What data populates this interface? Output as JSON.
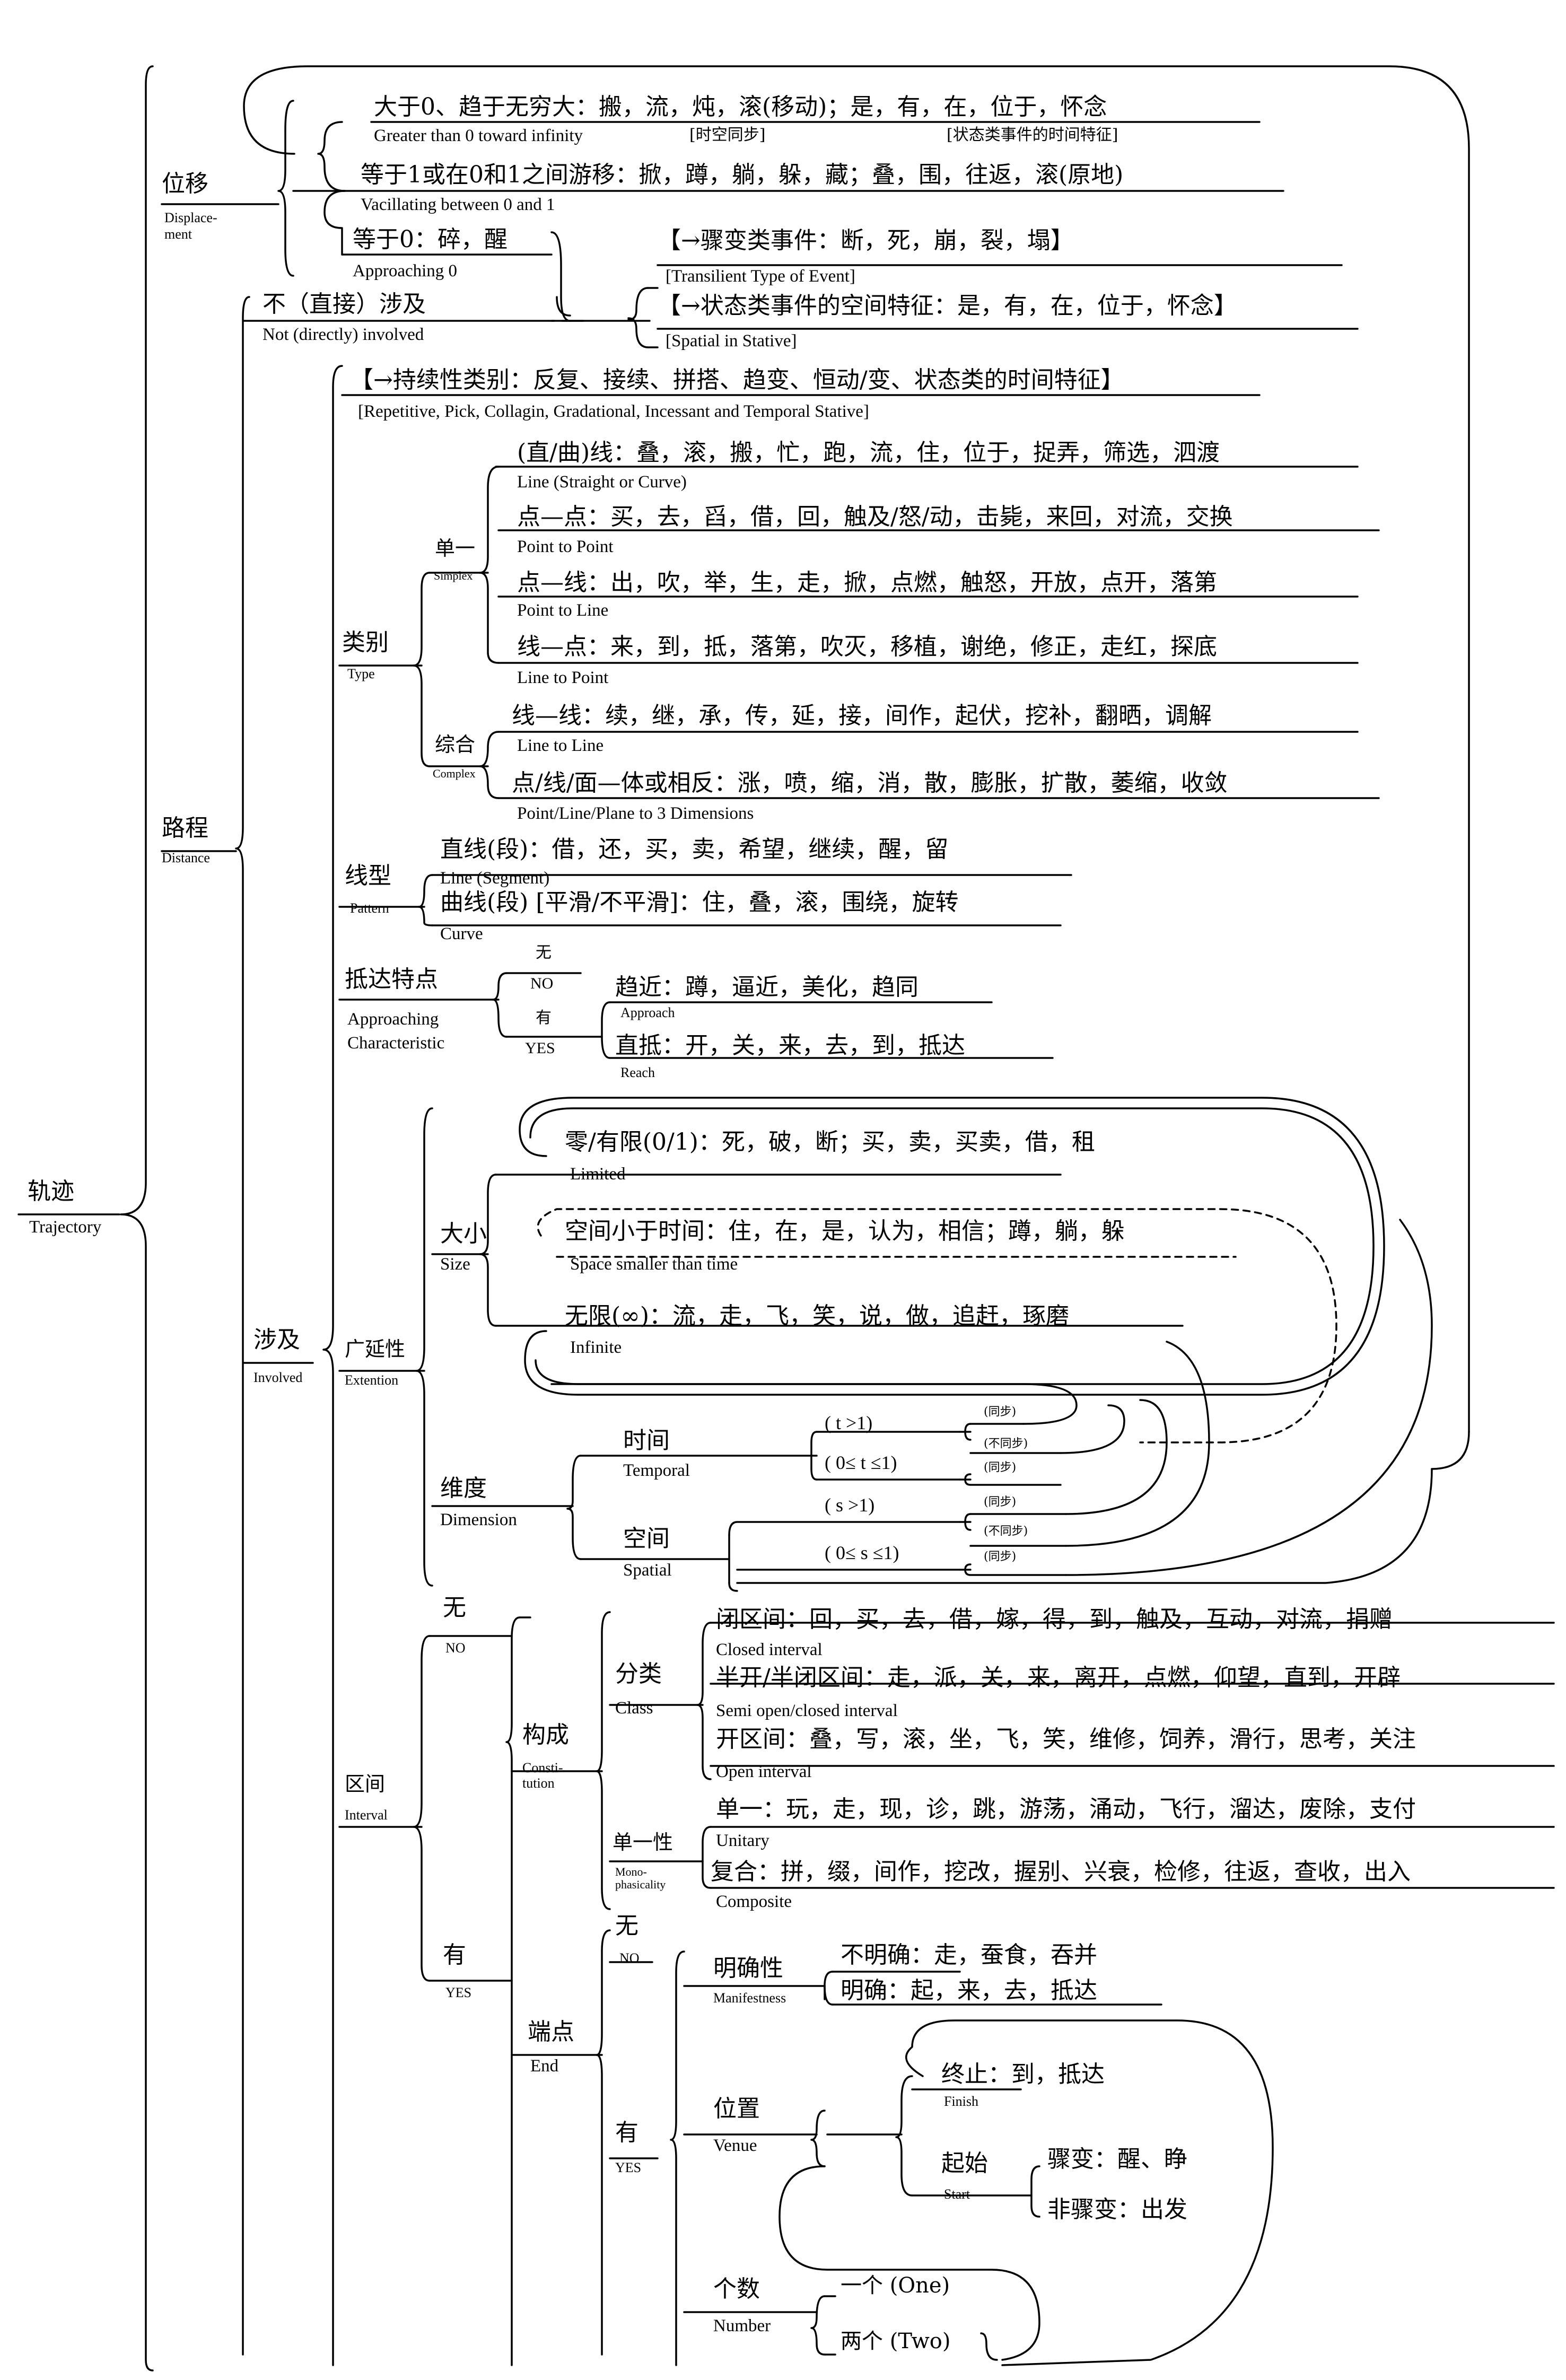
{
  "root": {
    "zh": "轨迹",
    "en": "Trajectory"
  },
  "displacement": {
    "zh": "位移",
    "en": "Displace-\nment",
    "row1": {
      "text": "大于0、趋于无穷大：搬，流，炖，滚(移动)；是，有，在，位于，怀念",
      "en": "Greater than 0 toward infinity",
      "note1": "[时空同步]",
      "note2": "[状态类事件的时间特征]"
    },
    "row2": {
      "text": "等于1或在0和1之间游移：掀，蹲，躺，躲，藏；叠，围，往返，滚(原地)",
      "en": "Vacillating between 0 and 1"
    },
    "row3": {
      "text": "等于0：碎，醒",
      "en": "Approaching 0"
    },
    "notInvolved": {
      "zh": "不（直接）涉及",
      "en": "Not (directly) involved"
    },
    "tr1": {
      "text": "【→骤变类事件：断，死，崩，裂，塌】",
      "en": "[Transilient Type of Event]"
    },
    "tr2": {
      "text": "【→状态类事件的空间特征：是，有，在，位于，怀念】",
      "en": "[Spatial in Stative]"
    }
  },
  "distance": {
    "zh": "路程",
    "en": "Distance",
    "involved": {
      "zh": "涉及",
      "en": "Involved"
    },
    "durative": {
      "text": "【→持续性类别：反复、接续、拼搭、趋变、恒动/变、状态类的时间特征】",
      "en": "[Repetitive, Pick, Collagin, Gradational, Incessant and Temporal Stative]"
    },
    "type": {
      "zh": "类别",
      "en": "Type",
      "simplex": {
        "zh": "单一",
        "en": "Simplex"
      },
      "complex": {
        "zh": "综合",
        "en": "Complex"
      },
      "rows": [
        {
          "text": "(直/曲)线：叠，滚，搬，忙，跑，流，住，位于，捉弄，筛选，泗渡",
          "en": "Line (Straight or Curve)"
        },
        {
          "text": "点—点：买，去，舀，借，回，触及/怒/动，击毙，来回，对流，交换",
          "en": "Point to Point"
        },
        {
          "text": "点—线：出，吹，举，生，走，掀，点燃，触怒，开放，点开，落第",
          "en": "Point to Line"
        },
        {
          "text": "线—点：来，到，抵，落第，吹灭，移植，谢绝，修正，走红，探底",
          "en": "Line to Point"
        },
        {
          "text": "线—线：续，继，承，传，延，接，间作，起伏，挖补，翻晒，调解",
          "en": "Line to Line"
        },
        {
          "text": "点/线/面—体或相反：涨，喷，缩，消，散，膨胀，扩散，萎缩，收敛",
          "en": "Point/Line/Plane to 3 Dimensions"
        }
      ]
    },
    "pattern": {
      "zh": "线型",
      "en": "Pattern",
      "rows": [
        {
          "text": "直线(段)：借，还，买，卖，希望，继续，醒，留",
          "en": "Line (Segment)"
        },
        {
          "text": "曲线(段) [平滑/不平滑]：住，叠，滚，围绕，旋转",
          "en": "Curve"
        }
      ]
    },
    "approach": {
      "zh": "抵达特点",
      "en": "Approaching\nCharacteristic",
      "no": {
        "zh": "无",
        "en": "NO"
      },
      "yes": {
        "zh": "有",
        "en": "YES"
      },
      "rows": [
        {
          "text": "趋近：蹲，逼近，美化，趋同",
          "en": "Approach"
        },
        {
          "text": "直抵：开，关，来，去，到，抵达",
          "en": "Reach"
        }
      ]
    },
    "extension": {
      "zh": "广延性",
      "en": "Extention",
      "size": {
        "zh": "大小",
        "en": "Size",
        "rows": [
          {
            "text": "零/有限(0/1)：死，破，断；买，卖，买卖，借，租",
            "en": "Limited"
          },
          {
            "text": "空间小于时间：住，在，是，认为，相信；蹲，躺，躲",
            "en": "Space  smaller than time"
          },
          {
            "text": "无限(∞)：流，走，飞，笑，说，做，追赶，琢磨",
            "en": "Infinite"
          }
        ]
      },
      "dimension": {
        "zh": "维度",
        "en": "Dimension",
        "temporal": {
          "zh": "时间",
          "en": "Temporal",
          "r1": "( t >1)",
          "r2": "( 0≤ t ≤1)"
        },
        "spatial": {
          "zh": "空间",
          "en": "Spatial",
          "r1": "( s >1)",
          "r2": "( 0≤ s ≤1)"
        },
        "sync": "(同步)",
        "async": "(不同步)"
      }
    },
    "interval": {
      "zh": "区间",
      "en": "Interval",
      "no": {
        "zh": "无",
        "en": "NO"
      },
      "yes": {
        "zh": "有",
        "en": "YES"
      },
      "constitution": {
        "zh": "构成",
        "en": "Consti-\ntution",
        "class": {
          "zh": "分类",
          "en": "Class",
          "rows": [
            {
              "text": "闭区间：回，买，去，借，嫁，得，到，触及，互动，对流，捐赠",
              "en": "Closed interval"
            },
            {
              "text": "半开/半闭区间：走，派，关，来，离开，点燃，仰望，直到，开辟",
              "en": "Semi open/closed interval"
            },
            {
              "text": "开区间：叠，写，滚，坐，飞，笑，维修，饲养，滑行，思考，关注",
              "en": "Open interval"
            }
          ]
        },
        "mono": {
          "zh": "单一性",
          "en": "Mono-\nphasicality",
          "rows": [
            {
              "text": "单一：玩，走，现，诊，跳，游荡，涌动，飞行，溜达，废除，支付",
              "en": "Unitary"
            },
            {
              "text": "复合：拼，缀，间作，挖改，握别、兴衰，检修，往返，查收，出入",
              "en": "Composite"
            }
          ]
        }
      },
      "end": {
        "zh": "端点",
        "en": "End",
        "no": {
          "zh": "无",
          "en": "NO"
        },
        "yes": {
          "zh": "有",
          "en": "YES"
        },
        "manifest": {
          "zh": "明确性",
          "en": "Manifestness",
          "unclear": "不明确：走，蚕食，吞并",
          "clear": "明确：起，来，去，抵达"
        },
        "venue": {
          "zh": "位置",
          "en": "Venue",
          "finish": {
            "text": "终止：到，抵达",
            "en": "Finish"
          },
          "start": {
            "zh": "起始",
            "en": "Start",
            "sudden": "骤变：醒、睁",
            "nonsudden": "非骤变：出发"
          }
        },
        "number": {
          "zh": "个数",
          "en": "Number",
          "one": "一个 (One)",
          "two": "两个 (Two)"
        }
      }
    }
  }
}
